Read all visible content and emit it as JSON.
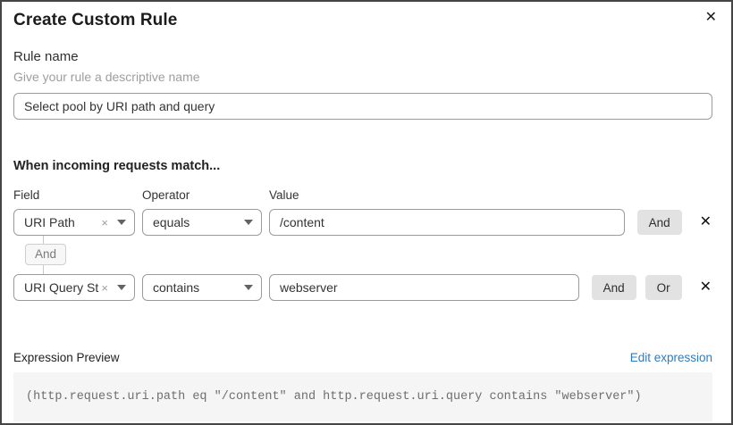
{
  "modal": {
    "title": "Create Custom Rule"
  },
  "icons": {
    "close": "✕",
    "clear": "×",
    "remove": "✕"
  },
  "rule_name": {
    "label": "Rule name",
    "helper": "Give your rule a descriptive name",
    "value": "Select pool by URI path and query"
  },
  "match": {
    "heading": "When incoming requests match...",
    "columns": {
      "field": "Field",
      "operator": "Operator",
      "value": "Value"
    },
    "rows": [
      {
        "field": "URI Path",
        "operator": "equals",
        "value": "/content",
        "buttons": [
          "And"
        ]
      },
      {
        "field": "URI Query St...",
        "operator": "contains",
        "value": "webserver",
        "buttons": [
          "And",
          "Or"
        ]
      }
    ],
    "connector_label": "And"
  },
  "expression": {
    "label": "Expression Preview",
    "edit_link": "Edit expression",
    "code": "(http.request.uri.path eq \"/content\" and http.request.uri.query contains \"webserver\")"
  },
  "colors": {
    "link_blue": "#2f7bbf",
    "input_border": "#9b9b9b",
    "button_gray": "#e2e2e2",
    "code_bg": "#f5f5f5",
    "modal_border": "#454545"
  }
}
